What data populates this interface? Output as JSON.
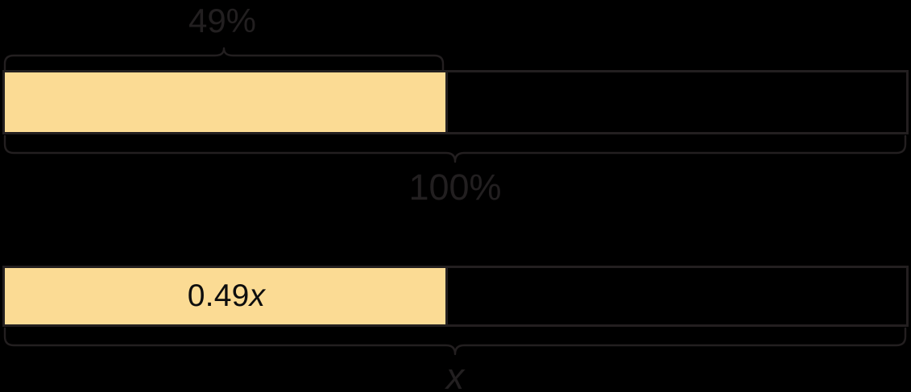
{
  "diagram": {
    "type": "tape-diagram",
    "background_color": "#000000",
    "fill_color": "#fbdb94",
    "stroke_color": "#231f20",
    "text_color": "#221f20",
    "bars": [
      {
        "name": "percent-bar",
        "fill_label": "",
        "fill_percent": 49,
        "total_label": "100%",
        "part_label": "49%"
      },
      {
        "name": "variable-bar",
        "fill_label_number": "0.49",
        "fill_label_variable": "x",
        "fill_percent": 49,
        "total_label": "x"
      }
    ],
    "braces": [
      {
        "name": "brace-part-49",
        "label": "49%",
        "span": "part"
      },
      {
        "name": "brace-total-100",
        "label": "100%",
        "span": "whole"
      },
      {
        "name": "brace-total-x",
        "label": "x",
        "span": "whole"
      }
    ]
  },
  "labels": {
    "part_percent": "49%",
    "whole_percent": "100%",
    "part_expression_number": "0.49",
    "part_expression_variable": "x",
    "whole_variable": "x"
  }
}
